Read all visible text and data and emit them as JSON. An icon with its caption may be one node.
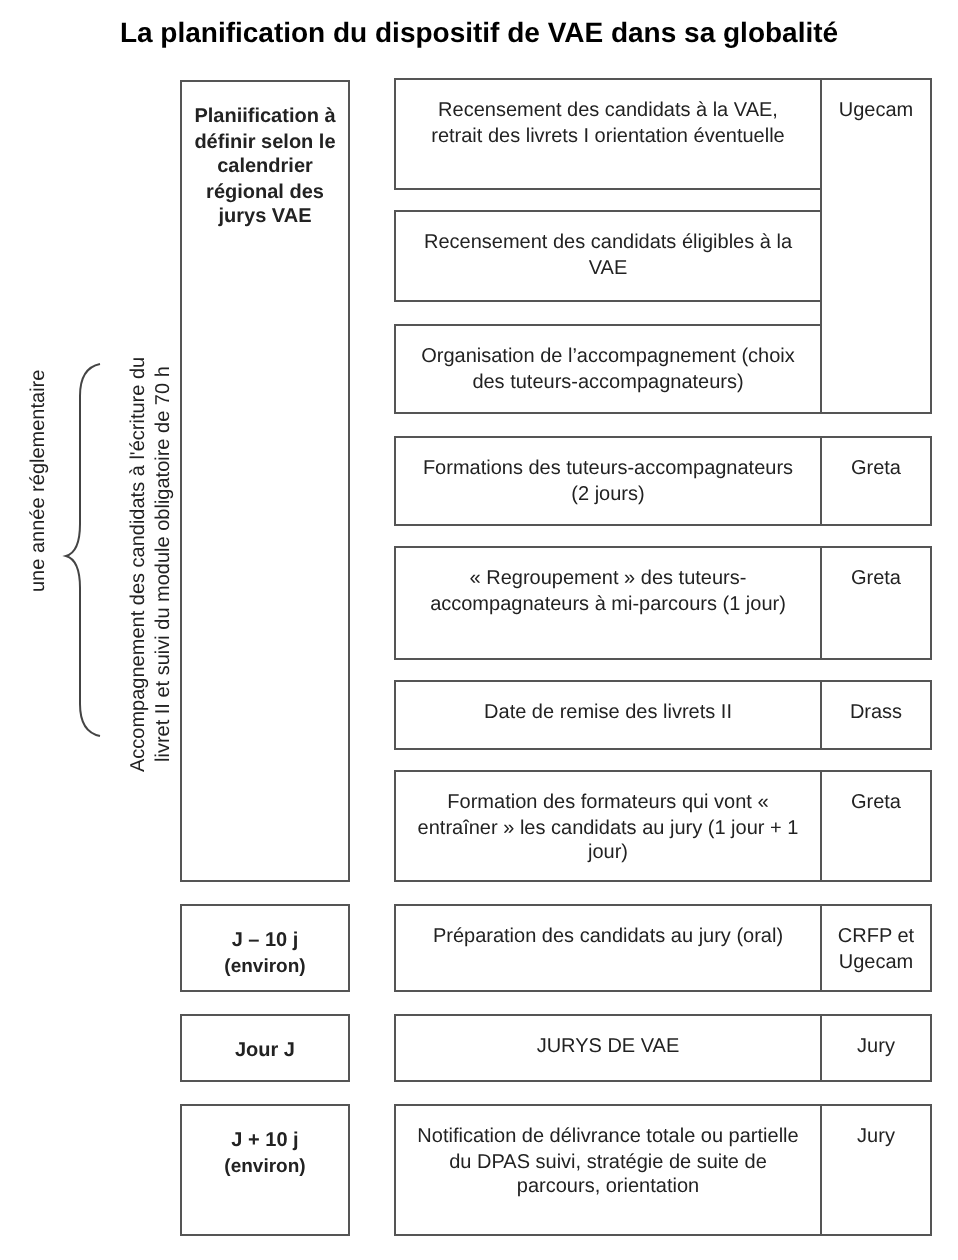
{
  "diagram": {
    "title": "La planification du dispositif de VAE dans sa globalité",
    "nodes": [
      {
        "text": [
          "Planiification à définir selon le calendrier régional des jurys VAE"
        ]
      },
      {
        "text": [
          "Recensement des candidats à la VAE, retrait des livrets I orientation éventuelle"
        ]
      },
      {
        "text": [
          "Ugecam"
        ]
      },
      {
        "text": [
          "Recensement des candidats éligibles à la VAE"
        ]
      },
      {
        "text": [
          "Organisation de l’accompagnement (choix des tuteurs-accompagnateurs)"
        ]
      },
      {
        "text": [
          "Formations des tuteurs-accompagnateurs (2 jours)"
        ]
      },
      {
        "text": [
          "Greta"
        ]
      },
      {
        "text": [
          "« Regroupement » des tuteurs-accompagnateurs à mi-parcours (1 jour)"
        ]
      },
      {
        "text": [
          "Greta"
        ]
      },
      {
        "text": [
          "Date de remise des livrets II"
        ]
      },
      {
        "text": [
          "Drass"
        ]
      },
      {
        "text": [
          "Formation des formateurs qui vont « entraîner » les candidats au jury  (1 jour + 1 jour)"
        ]
      },
      {
        "text": [
          "Greta"
        ]
      },
      {
        "text": [
          "J – 10 j",
          "(environ)"
        ]
      },
      {
        "text": [
          "Préparation des candidats au jury (oral)"
        ]
      },
      {
        "text": [
          "CRFP et Ugecam"
        ]
      },
      {
        "text": [
          "Jour J"
        ]
      },
      {
        "text": [
          "JURYS DE VAE"
        ]
      },
      {
        "text": [
          "Jury"
        ]
      },
      {
        "text": [
          "J + 10 j",
          "(environ)"
        ]
      },
      {
        "text": [
          "Notification de délivrance totale ou partielle du DPAS suivi, stratégie de suite de parcours, orientation"
        ]
      },
      {
        "text": [
          "Jury"
        ]
      }
    ],
    "labels": [
      "une année réglementaire",
      "Accompagnement des candidats à l'écriture du livret II et suivi du module obligatoire de 70 h"
    ]
  }
}
